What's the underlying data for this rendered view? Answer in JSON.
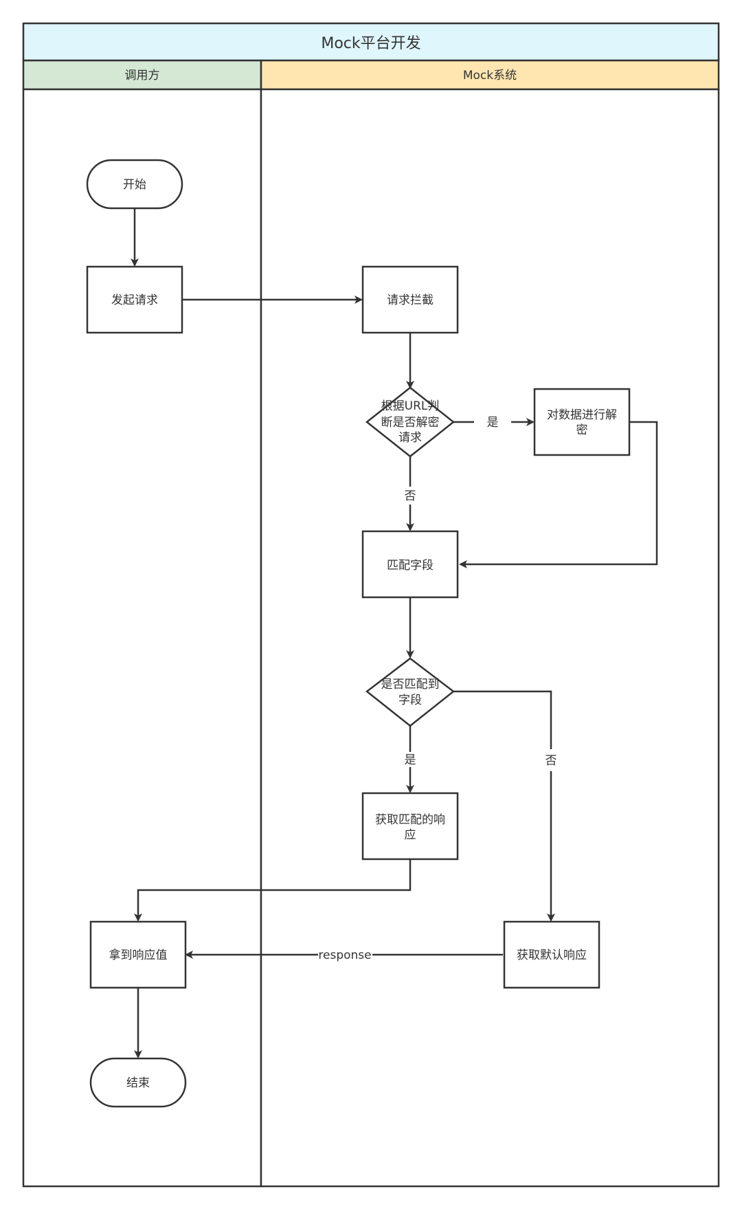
{
  "title": "Mock平台开发",
  "lanes": {
    "caller": "调用方",
    "mock": "Mock系统"
  },
  "nodes": {
    "start": "开始",
    "send": "发起请求",
    "intercept": "请求拦截",
    "decrypt_check": [
      "根据URL判",
      "断是否解密",
      "请求"
    ],
    "decrypt": [
      "对数据进行解",
      "密"
    ],
    "match": "匹配字段",
    "matched_check": [
      "是否匹配到",
      "字段"
    ],
    "get_match": [
      "获取匹配的响",
      "应"
    ],
    "default": "获取默认响应",
    "receive": "拿到响应值",
    "end": "结束"
  },
  "edges": {
    "yes_decrypt": "是",
    "no_decrypt": "否",
    "yes_match": "是",
    "no_match": "否",
    "response": "response"
  },
  "colors": {
    "title_bg": "#dff6fc",
    "caller_bg": "#d5e8d4",
    "mock_bg": "#ffe6b1",
    "stroke": "#333333"
  }
}
